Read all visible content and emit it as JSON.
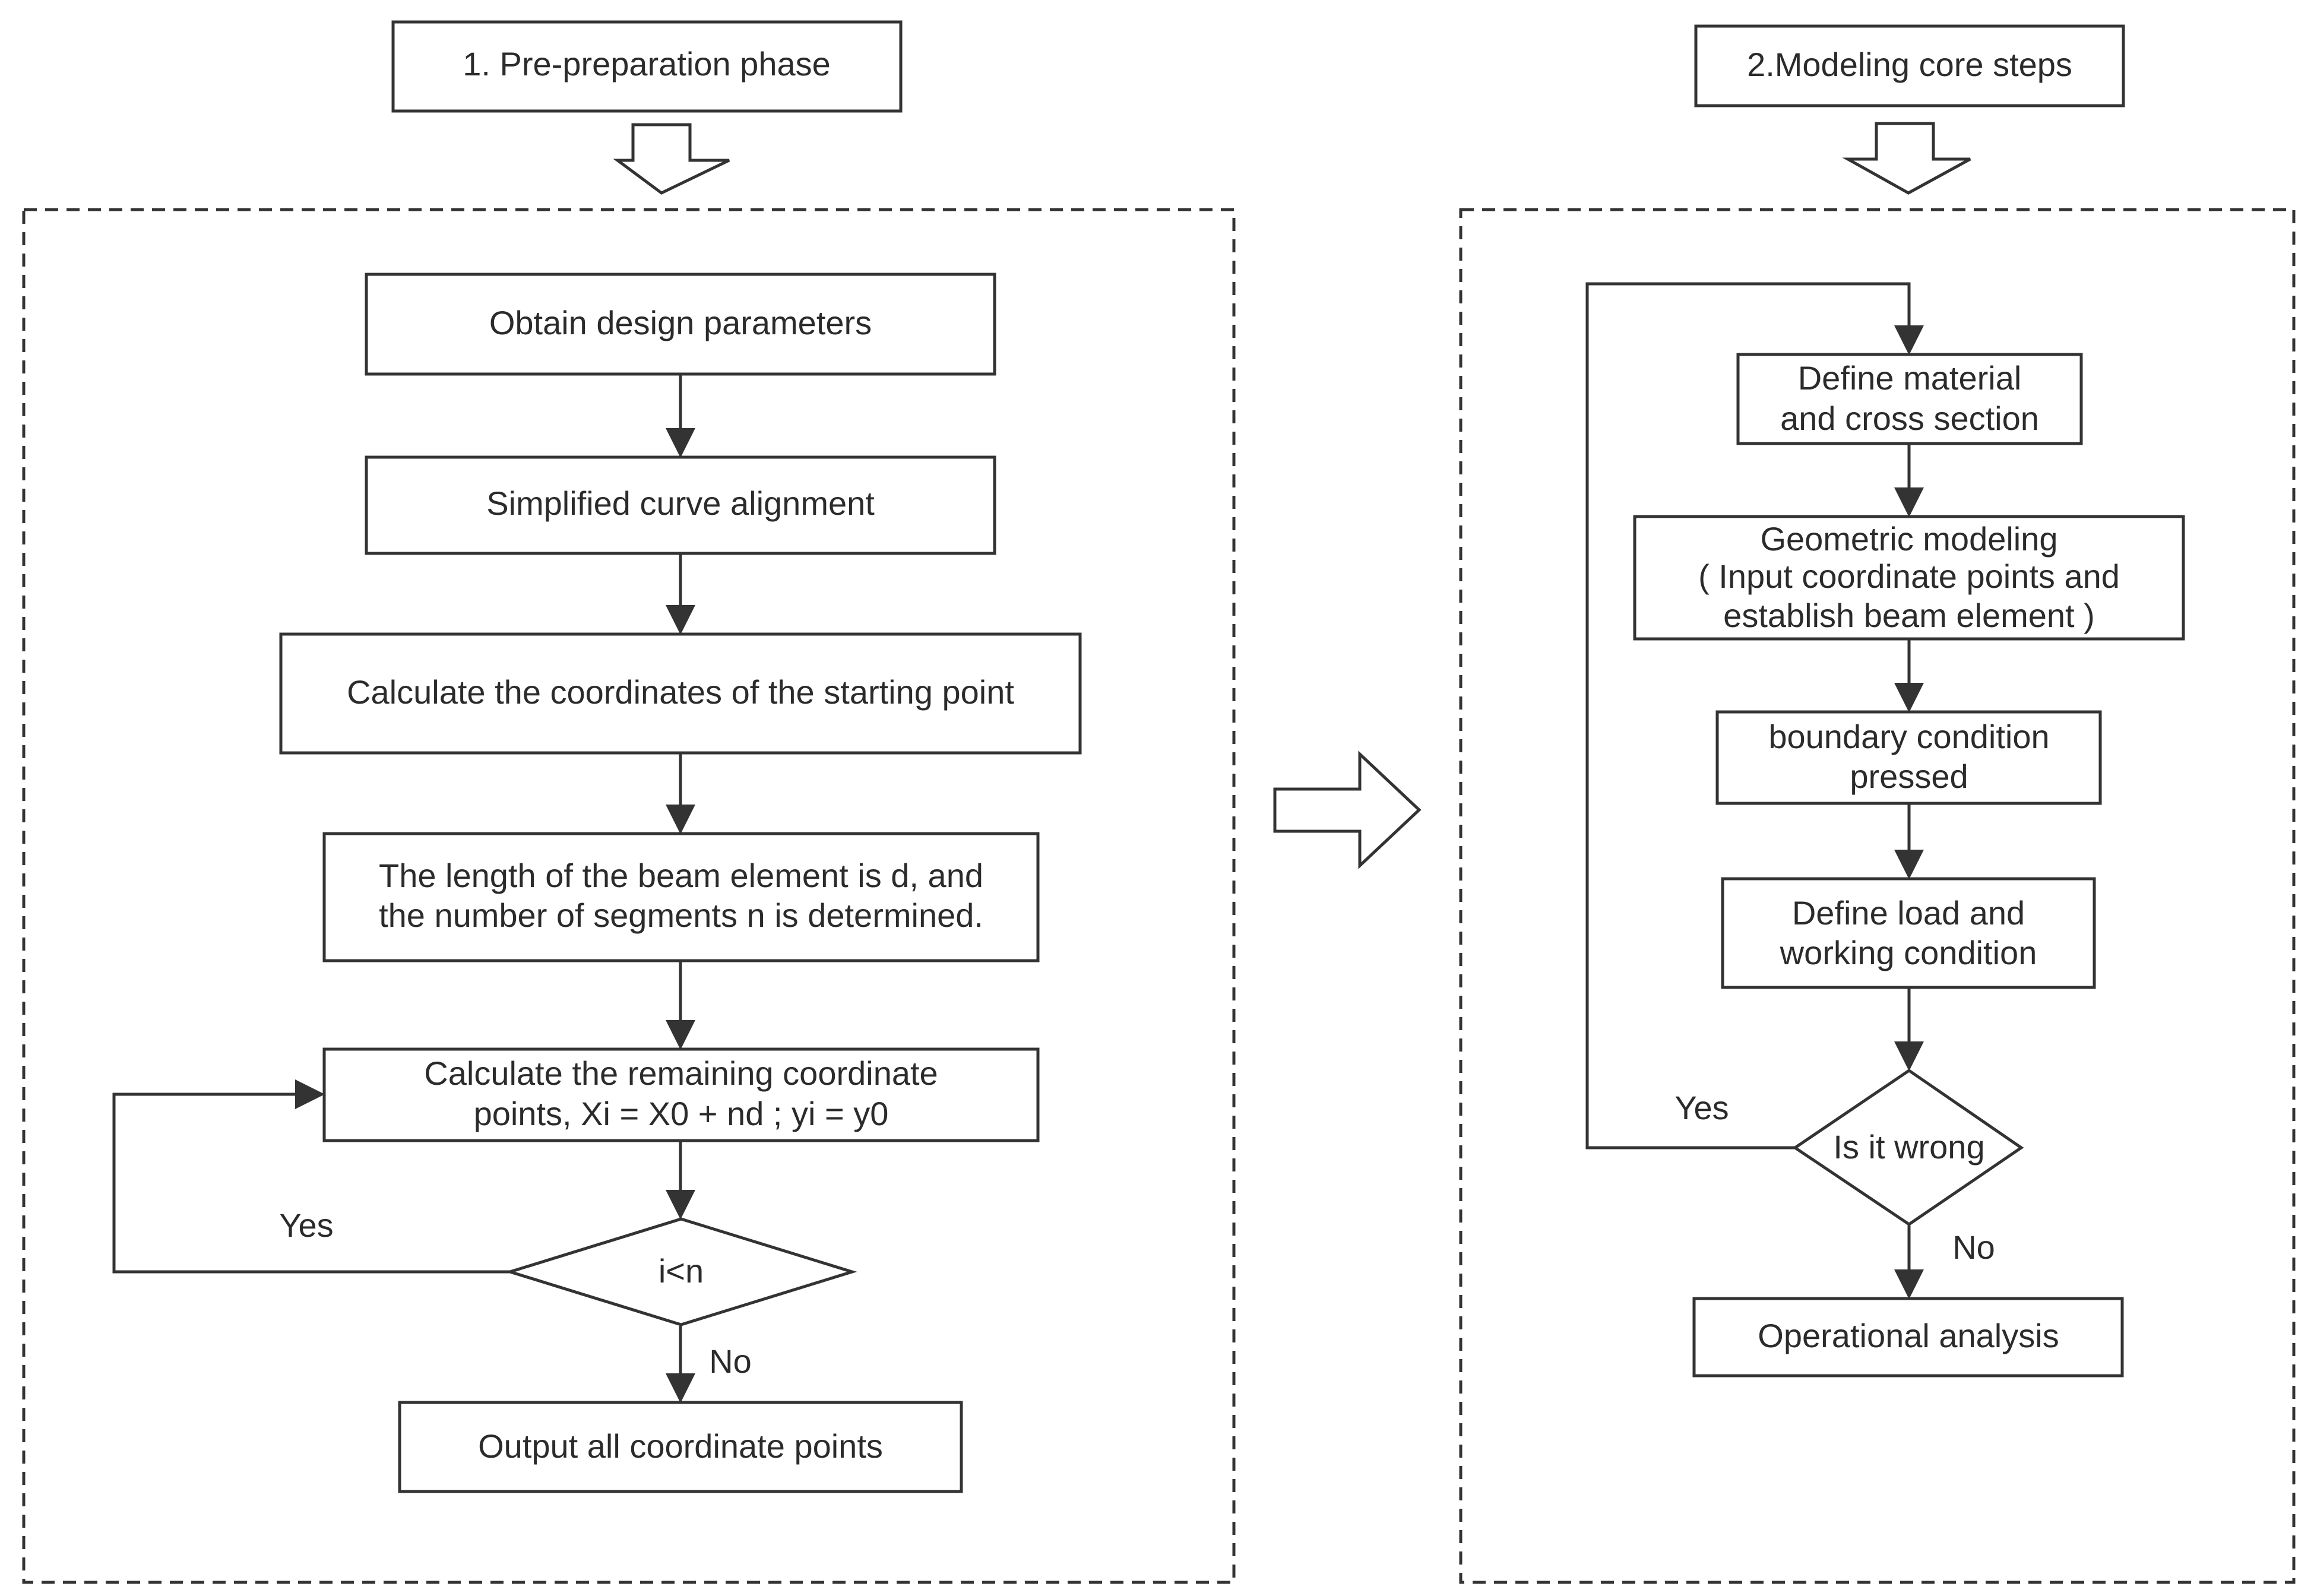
{
  "colors": {
    "stroke": "#333333",
    "text": "#2b2b2b",
    "background": "#ffffff"
  },
  "left_panel": {
    "phase_title": "1. Pre-preparation phase",
    "steps": {
      "obtain": "Obtain design parameters",
      "simplified": "Simplified curve alignment",
      "start_coords": "Calculate the coordinates of the starting point",
      "length_line1": "The length of the beam element is d, and",
      "length_line2": "the number of segments n is determined.",
      "remaining_line1": "Calculate the remaining coordinate",
      "remaining_line2": "points, Xi = X0 + nd ; yi = y0",
      "decision": "i<n",
      "output": "Output all coordinate points"
    },
    "yes_label": "Yes",
    "no_label": "No"
  },
  "right_panel": {
    "phase_title": "2.Modeling core steps",
    "steps": {
      "material_line1": "Define material",
      "material_line2": "and cross section",
      "geo_line1": "Geometric modeling",
      "geo_line2": "( Input coordinate points and",
      "geo_line3": "establish beam element )",
      "boundary_line1": "boundary condition",
      "boundary_line2": "pressed",
      "load_line1": "Define load and",
      "load_line2": "working condition",
      "decision": "Is it wrong",
      "analysis": "Operational analysis"
    },
    "yes_label": "Yes",
    "no_label": "No"
  }
}
